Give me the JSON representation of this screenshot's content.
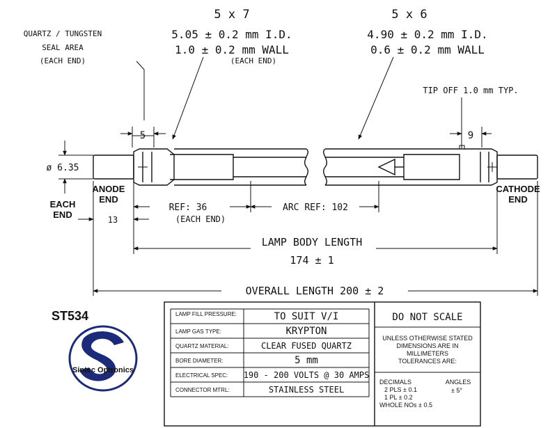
{
  "dimensions": {
    "left_section": {
      "title": "5 x 7",
      "id_spec": "5.05 ± 0.2 mm I.D.",
      "wall_spec": "1.0 ± 0.2 mm WALL",
      "each_end": "(EACH END)"
    },
    "right_section": {
      "title": "5 x 6",
      "id_spec": "4.90 ± 0.2 mm I.D.",
      "wall_spec": "0.6 ± 0.2 mm WALL"
    },
    "seal_area": {
      "line1": "QUARTZ / TUNGSTEN",
      "line2": "SEAL AREA",
      "line3": "(EACH END)"
    },
    "tip_off": "TIP OFF 1.0 mm TYP.",
    "seal_width_left": "5",
    "seal_width_right": "9",
    "diameter": "ø 6.35",
    "anode_end": {
      "line1": "ANODE",
      "line2": "END"
    },
    "cathode_end": {
      "line1": "CATHODE",
      "line2": "END"
    },
    "each_end_label": {
      "line1": "EACH",
      "line2": "END"
    },
    "connector_length": "13",
    "ref": "REF: 36",
    "ref_each_end": "(EACH END)",
    "arc_ref": "ARC REF: 102",
    "lamp_body_label": "LAMP BODY LENGTH",
    "lamp_body_value": "174 ± 1",
    "overall_length": "OVERALL LENGTH 200 ± 2"
  },
  "model": {
    "code": "ST534",
    "code_color": "#cc1f1f"
  },
  "logo": {
    "text": "Sintec Optronics",
    "color": "#1c2a7a"
  },
  "spec_table": {
    "rows": [
      {
        "label": "LAMP FILL PRESSURE:",
        "value": "TO SUIT V/I"
      },
      {
        "label": "LAMP GAS TYPE:",
        "value": "KRYPTON"
      },
      {
        "label": "QUARTZ MATERIAL:",
        "value": "CLEAR FUSED QUARTZ"
      },
      {
        "label": "BORE DIAMETER:",
        "value": "5 mm"
      },
      {
        "label": "ELECTRICAL SPEC:",
        "value": "190 - 200 VOLTS @ 30 AMPS"
      },
      {
        "label": "CONNECTOR MTRL:",
        "value": "STAINLESS STEEL"
      }
    ],
    "do_not_scale": "DO NOT SCALE",
    "tolerance_note": {
      "line1": "UNLESS OTHERWISE STATED",
      "line2": "DIMENSIONS ARE IN",
      "line3": "MILLIMETERS",
      "line4": "TOLERANCES ARE:"
    },
    "decimals": {
      "title": "DECIMALS",
      "line1": "2 PLS ± 0.1",
      "line2": "1 PL ± 0.2",
      "line3": "WHOLE NOs ± 0.5"
    },
    "angles": {
      "title": "ANGLES",
      "value": "± 5°"
    }
  }
}
